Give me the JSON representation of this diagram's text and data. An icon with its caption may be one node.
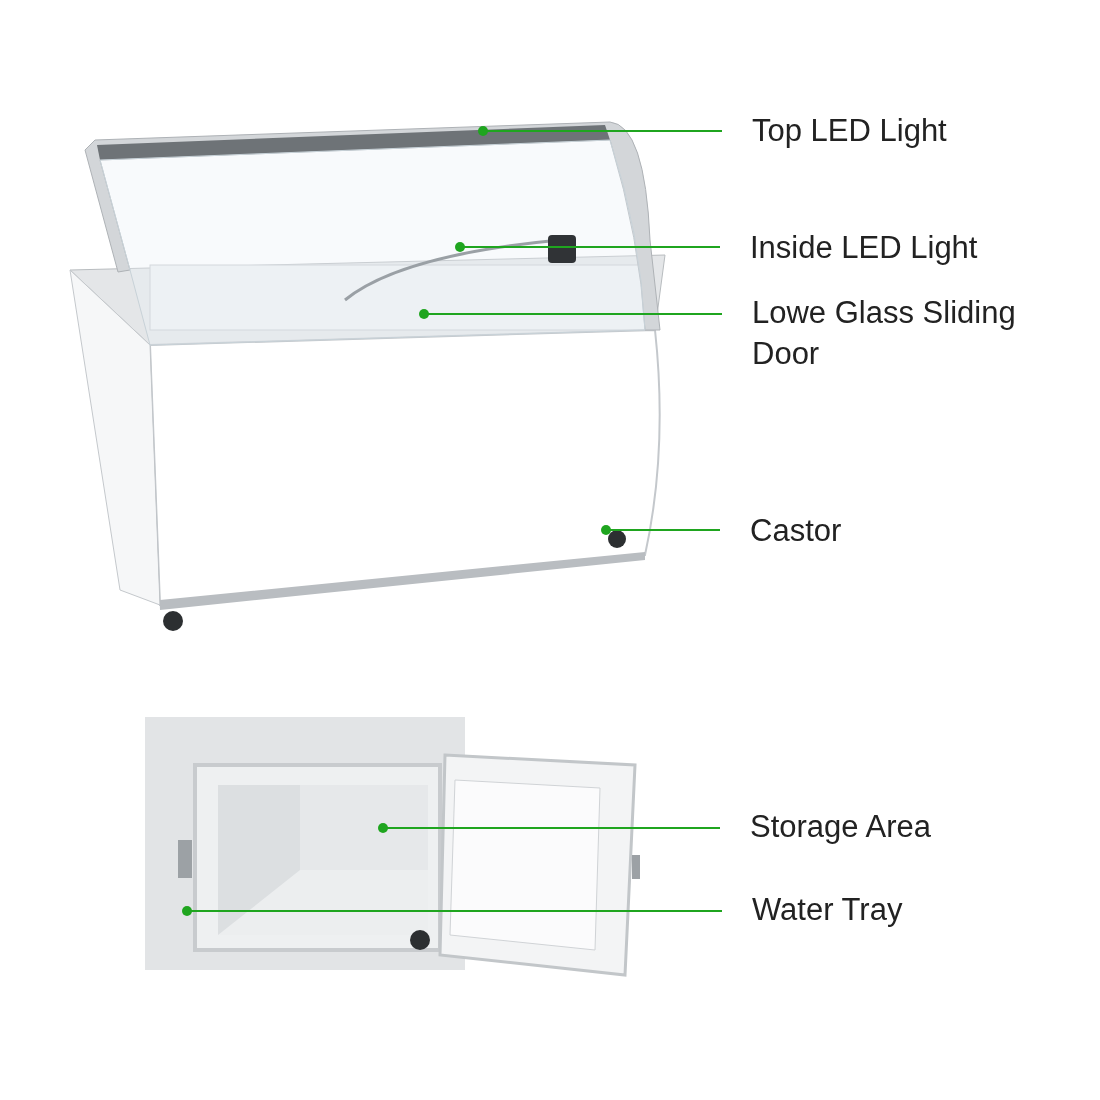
{
  "diagram": {
    "nodes": [
      {
        "text": [
          "Top LED Light"
        ]
      },
      {
        "text": [
          "Inside LED Light"
        ]
      },
      {
        "text": [
          "Lowe Glass Sliding Door"
        ]
      },
      {
        "text": [
          "Castor"
        ]
      },
      {
        "text": [
          "Storage Area"
        ]
      },
      {
        "text": [
          "Water Tray"
        ]
      }
    ],
    "edges": [
      {
        "from": 0,
        "to": null,
        "arrow": "other"
      },
      {
        "from": 1,
        "to": null,
        "arrow": "other"
      },
      {
        "from": 2,
        "to": null,
        "arrow": "other"
      },
      {
        "from": 3,
        "to": null,
        "arrow": "other"
      },
      {
        "from": 4,
        "to": null,
        "arrow": "other"
      },
      {
        "from": 5,
        "to": null,
        "arrow": "other"
      }
    ]
  }
}
